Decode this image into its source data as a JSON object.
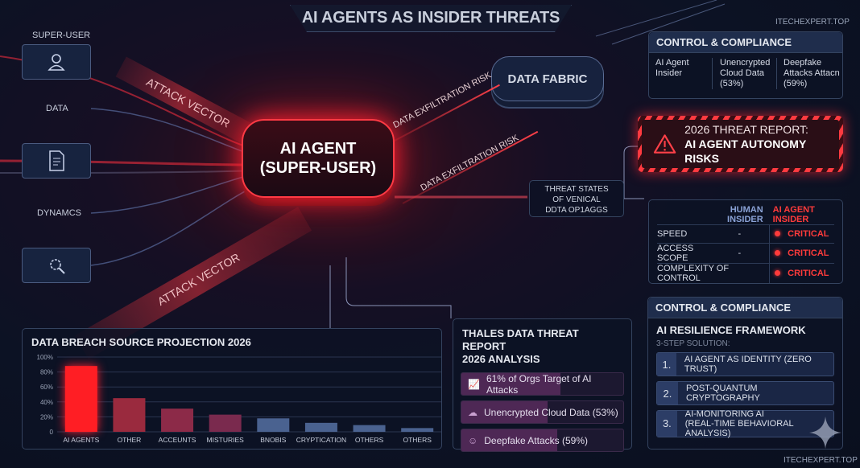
{
  "title": "AI AGENTS AS INSIDER THREATS",
  "brand_top": "ITECHEXPERT.TOP",
  "brand_bottom": "ITECHEXPERT.TOP",
  "left_nodes": [
    {
      "label": "SUPER-USER",
      "icon": "user-icon"
    },
    {
      "label": "DATA",
      "icon": "document-icon"
    },
    {
      "label": "DYNAMCS",
      "icon": "gear-search-icon"
    }
  ],
  "attack_vector_1": "ATTACK VECTOR",
  "attack_vector_2": "ATTACK VECTOR",
  "agent": {
    "line1": "AI AGENT",
    "line2": "(SUPER-USER)"
  },
  "data_fabric": "DATA FABRIC",
  "exfil_1": "DATA EXFILTRATION RISK",
  "exfil_2": "DATA EXFILTRATION RISK",
  "threat_states": {
    "l1": "THREAT STATES",
    "l2": "OF VENICAL",
    "l3": "DDTA OP1AGGS"
  },
  "control_top": {
    "header": "CONTROL & COMPLIANCE",
    "cols": [
      {
        "l1": "AI Agent",
        "l2": "Insider",
        "l3": ""
      },
      {
        "l1": "Unencrypted",
        "l2": "Cloud Data",
        "l3": "(53%)"
      },
      {
        "l1": "Deepfake",
        "l2": "Attacks Attacn",
        "l3": "(59%)"
      }
    ]
  },
  "threat_report": {
    "line1": "2026 THREAT REPORT:",
    "line2": "AI AGENT AUTONOMY RISKS",
    "icon": "warning-icon"
  },
  "comparison": {
    "col_human": "HUMAN INSIDER",
    "col_ai": "AI AGENT INSIDER",
    "rows": [
      {
        "label": "SPEED",
        "human": "-",
        "ai": "CRITICAL"
      },
      {
        "label": "ACCESS SCOPE",
        "human": "-",
        "ai": "CRITICAL"
      },
      {
        "label": "COMPLEXITY OF CONTROL",
        "human": "",
        "ai": "CRITICAL"
      }
    ]
  },
  "chart_data": {
    "type": "bar",
    "title": "DATA BREACH SOURCE PROJECTION 2026",
    "categories": [
      "AI AGENTS",
      "OTHER",
      "ACCEUNTS",
      "MISTURIES",
      "BNOBIS",
      "CRYPTICATION",
      "OTHERS",
      "OTHERS"
    ],
    "values": [
      88,
      45,
      31,
      23,
      18,
      12,
      9,
      5
    ],
    "ylim": [
      0,
      100
    ],
    "yticks": [
      "0",
      "20%",
      "40%",
      "60%",
      "80%",
      "100%"
    ],
    "grid": true,
    "colors": [
      "#ff1e24",
      "#9a2a3e",
      "#8c2a48",
      "#7a2a4e",
      "#4a6290",
      "#4a6290",
      "#4a6290",
      "#4a6290"
    ]
  },
  "thales": {
    "title1": "THALES DATA THREAT REPORT",
    "title2": "2026 ANALYSIS",
    "items": [
      {
        "text": "61% of Orgs Target of AI Attacks",
        "percent": 61,
        "icon": "chart-growth-icon"
      },
      {
        "text": "Unencrypted Cloud Data (53%)",
        "percent": 53,
        "icon": "cloud-icon"
      },
      {
        "text": "Deepfake Attacks (59%)",
        "percent": 59,
        "icon": "mask-icon"
      }
    ]
  },
  "resilience": {
    "header": "CONTROL & COMPLIANCE",
    "title": "AI RESILIENCE FRAMEWORK",
    "subtitle": "3-STEP SOLUTION:",
    "steps": [
      {
        "n": "1.",
        "l1": "AI AGENT AS IDENTITY (ZERO TRUST)",
        "l2": ""
      },
      {
        "n": "2.",
        "l1": "POST-QUANTUM CRYPTOGRAPHY",
        "l2": ""
      },
      {
        "n": "3.",
        "l1": "AI-MONITORING AI",
        "l2": "(REAL-TIME BEHAVIORAL ANALYSIS)"
      }
    ]
  },
  "accent": "#ff3b3b"
}
